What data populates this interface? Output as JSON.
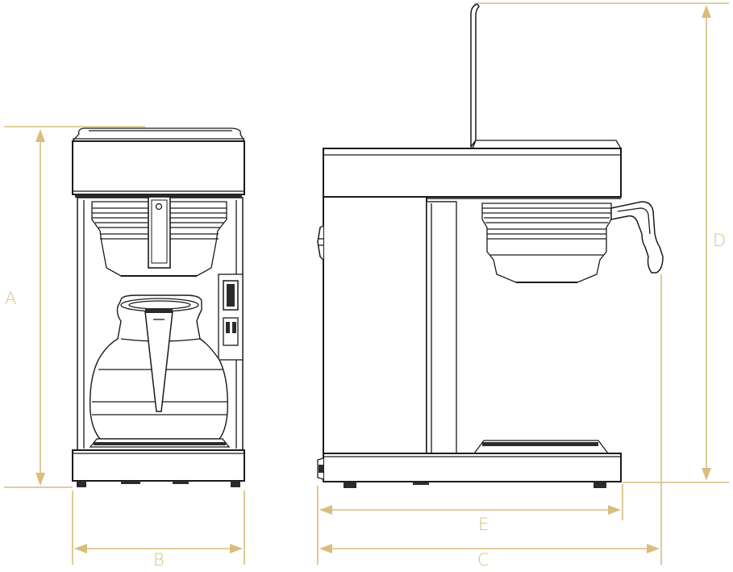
{
  "colors": {
    "dimension": "#d9bd7f",
    "line": "#1a1a1a",
    "fill_dark": "#2b2b2b",
    "background": "#ffffff"
  },
  "labels": {
    "a": "A",
    "b": "B",
    "c": "C",
    "d": "D",
    "e": "E"
  }
}
